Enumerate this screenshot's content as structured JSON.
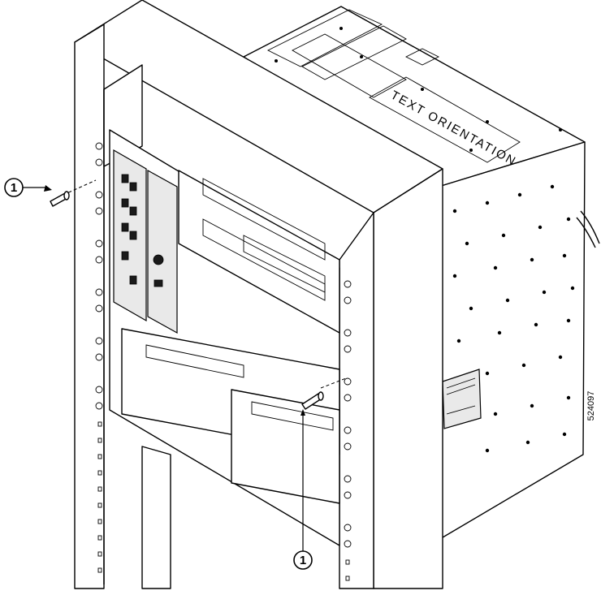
{
  "figure": {
    "orientation_text": "TEXT ORIENTATION",
    "figure_number": "524097",
    "callouts": [
      {
        "label": "1",
        "target": "left-mounting-screw"
      },
      {
        "label": "1",
        "target": "right-mounting-screw"
      }
    ]
  }
}
